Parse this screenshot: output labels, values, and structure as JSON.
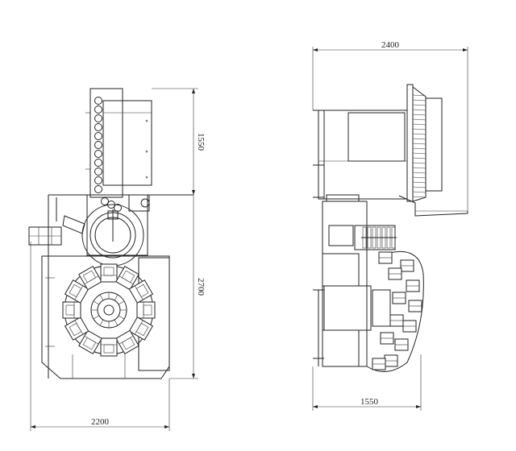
{
  "front_view": {
    "dim_width": "2200",
    "dim_upper_height": "1550",
    "dim_lower_height": "2700"
  },
  "side_view": {
    "dim_top_width": "2400",
    "dim_bottom_width": "1550"
  },
  "colors": {
    "line": "#222222",
    "background": "#ffffff"
  }
}
